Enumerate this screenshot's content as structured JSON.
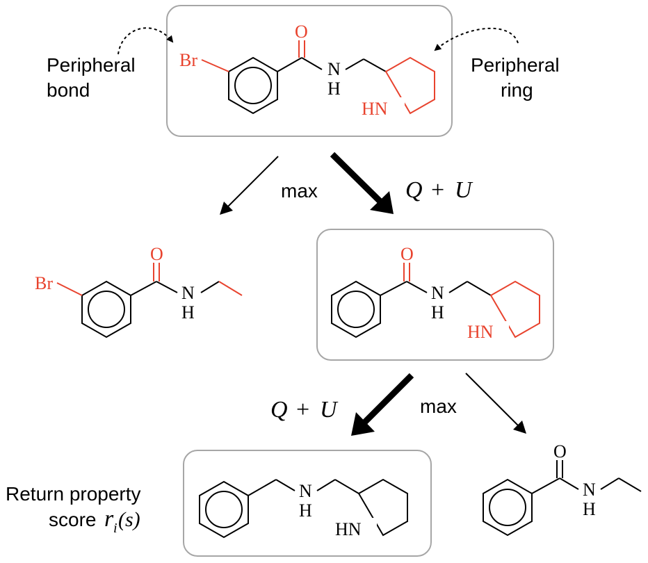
{
  "labels": {
    "peripheral_bond": [
      "Peripheral",
      "bond"
    ],
    "peripheral_ring": [
      "Peripheral",
      "ring"
    ],
    "max": "max",
    "q_plus_u": {
      "q": "Q",
      "plus": "+",
      "u": "U"
    },
    "return_score": {
      "line1": "Return property",
      "prefix": "score ",
      "r": "r",
      "sub": "i",
      "arg": "(s)"
    }
  },
  "atoms": {
    "br": "Br",
    "o": "O",
    "n": "N",
    "h": "H",
    "hn": "HN"
  },
  "colors": {
    "highlight": "#e8432e",
    "bond": "#000000",
    "box_border": "#a6a6a6",
    "arrow": "#000000"
  }
}
